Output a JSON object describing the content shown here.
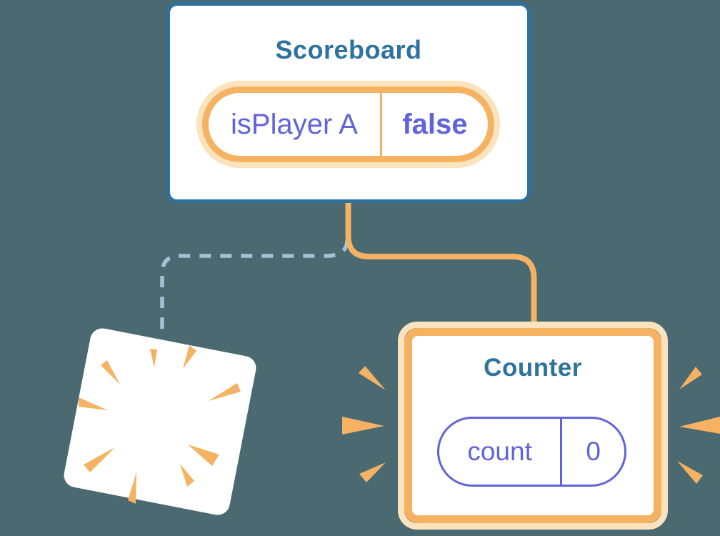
{
  "background_color": "#4B6970",
  "scoreboard_card": {
    "title": "Scoreboard",
    "state_pill": {
      "key": "isPlayer A",
      "value": "false"
    },
    "border_color": "#2F709E",
    "title_color": "#2E739E",
    "pill_border_color": "#F5B262",
    "pill_glow_color": "#FBE3BD",
    "state_text_color": "#6164D8"
  },
  "counter_card": {
    "title": "Counter",
    "state_pill": {
      "key": "count",
      "value": "0"
    },
    "border_color": "#F5B262",
    "glow_color": "#FBE3BD",
    "title_color": "#2E739E",
    "pill_border_color": "#6164D8",
    "state_text_color": "#6164D8"
  },
  "connections": {
    "active_branch_color": "#F5B262",
    "removed_branch_color": "#A3C2D8",
    "removed_branch_style": "dashed"
  },
  "decorations": {
    "sparkles_icon": "sparkles",
    "explosion_icon": "explosion-burst",
    "emphasis_icon": "emphasis-burst",
    "accent_color": "#F5B262",
    "destroyed_card_color": "#FFFFFF"
  }
}
